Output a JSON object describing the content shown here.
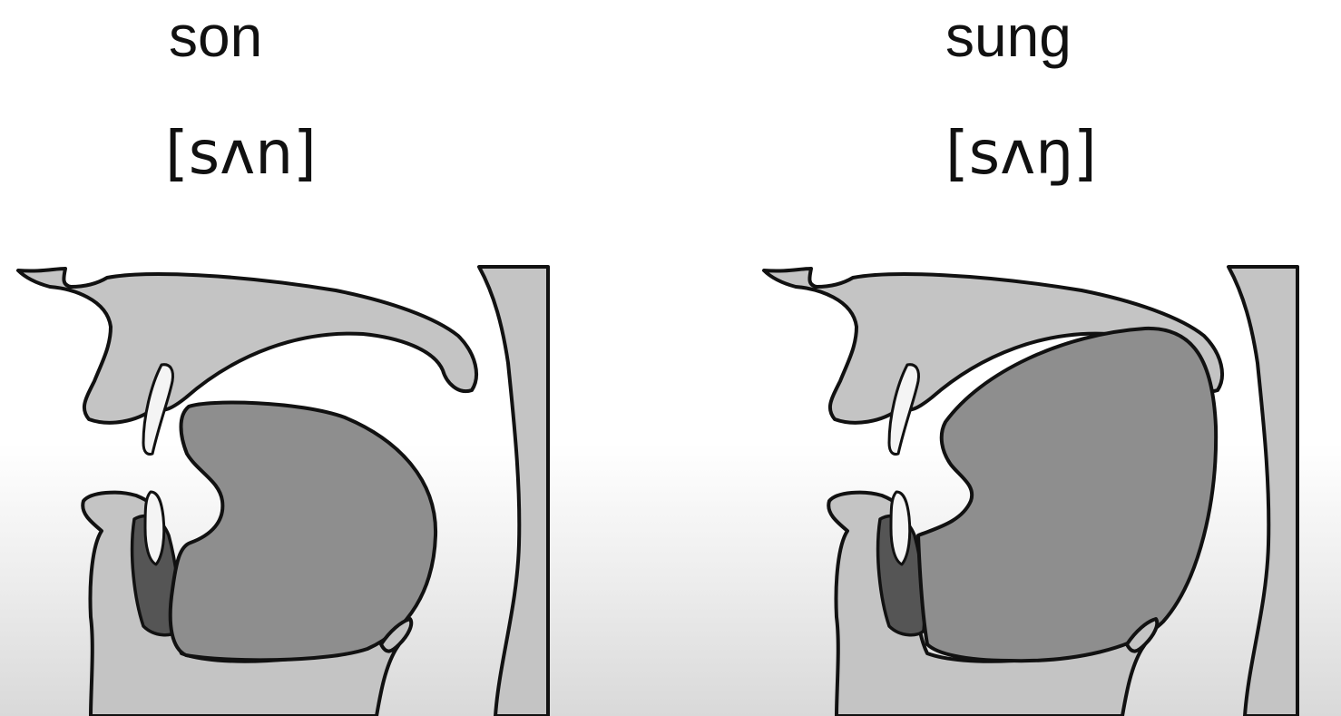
{
  "panels": [
    {
      "word": "son",
      "ipa": "[sʌn]"
    },
    {
      "word": "sung",
      "ipa": "[sʌŋ]"
    }
  ],
  "colors": {
    "tissue": "#c4c4c4",
    "tongue": "#8e8e8e",
    "lower_lip": "#555555",
    "outline": "#111111"
  }
}
